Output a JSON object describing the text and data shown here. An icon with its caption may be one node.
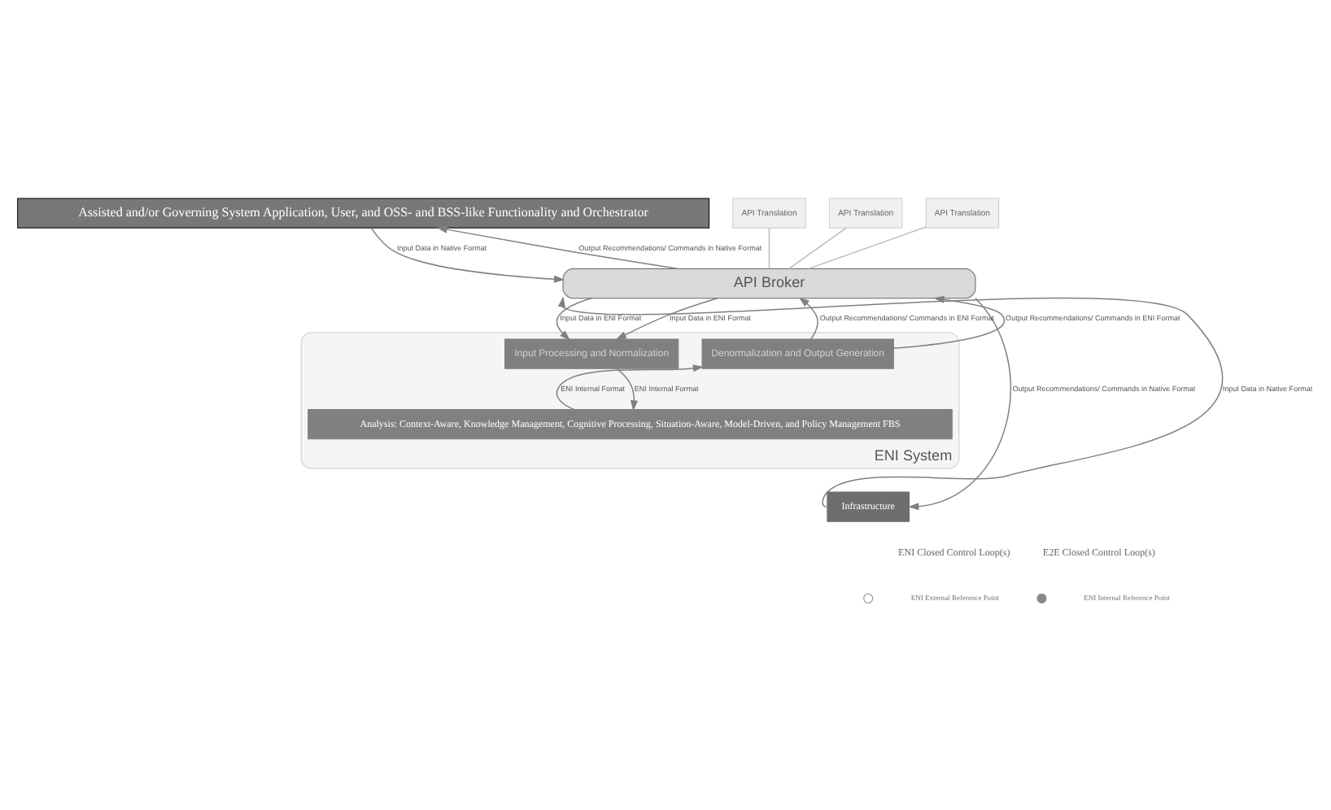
{
  "diagram": {
    "nodes": [
      {
        "text": [
          "Assisted and/or Governing System Application, User, and OSS- and BSS-like Functionality and Orchestrator"
        ]
      },
      {
        "text": [
          "API Broker"
        ]
      },
      {
        "text": [
          "ENI System"
        ]
      },
      {
        "text": [
          "Input Processing and Normalization"
        ],
        "in": 2
      },
      {
        "text": [
          "Denormalization and Output Generation"
        ],
        "in": 2
      },
      {
        "text": [
          "Analysis: Context-Aware, Knowledge Management, Cognitive Processing, Situation-Aware, Model-Driven, and Policy Management FBS"
        ],
        "in": 2
      },
      {
        "text": [
          "Infrastructure"
        ]
      },
      {
        "text": [
          "API Translation"
        ]
      },
      {
        "text": [
          "API Translation"
        ]
      },
      {
        "text": [
          "API Translation"
        ]
      }
    ],
    "edges": [
      {
        "from": 0,
        "to": 1,
        "arrow": "to",
        "label": "Input Data in Native Format"
      },
      {
        "from": 1,
        "to": 0,
        "arrow": "to",
        "label": "Output Recommendations/ Commands in Native Format"
      },
      {
        "from": 7,
        "to": 1,
        "arrow": "none"
      },
      {
        "from": 8,
        "to": 1,
        "arrow": "none"
      },
      {
        "from": 9,
        "to": 1,
        "arrow": "none"
      },
      {
        "from": 6,
        "to": 1,
        "arrow": "to",
        "label": "Input Data in Native Format"
      },
      {
        "from": 1,
        "to": 3,
        "arrow": "to",
        "label": "Input Data in ENI Format"
      },
      {
        "from": 1,
        "to": 3,
        "arrow": "to",
        "label": "Input Data in ENI Format"
      },
      {
        "from": 4,
        "to": 1,
        "arrow": "to",
        "label": "Output Recommendations/ Commands in ENI Format"
      },
      {
        "from": 4,
        "to": 1,
        "arrow": "to",
        "label": "Output Recommendations/ Commands in ENI Format"
      },
      {
        "from": 3,
        "to": 5,
        "arrow": "to",
        "label": "ENI Internal Format"
      },
      {
        "from": 5,
        "to": 4,
        "arrow": "to",
        "label": "ENI Internal Format"
      },
      {
        "from": 1,
        "to": 6,
        "arrow": "to",
        "label": "Output Recommendations/ Commands in Native Format"
      }
    ],
    "labels": [
      "ENI Closed Control Loop(s)",
      "E2E Closed Control Loop(s)"
    ],
    "legend": [
      {
        "text": "ENI External Reference Point"
      },
      {
        "text": "ENI Internal Reference Point"
      }
    ]
  }
}
